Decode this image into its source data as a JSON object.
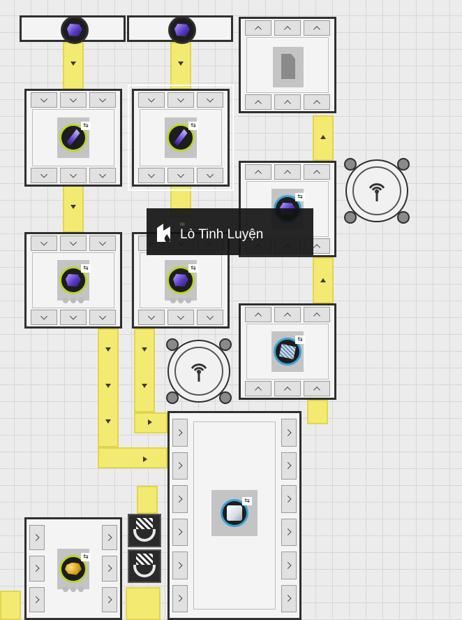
{
  "tooltip": {
    "title": "Lò Tinh Luyện",
    "icon": "furnace-icon"
  },
  "machines": [
    {
      "name": "refinery-top-left",
      "item": "amethyst-crystal-icon"
    },
    {
      "name": "refinery-top-middle",
      "item": "amethyst-crystal-icon"
    },
    {
      "name": "storage-unit",
      "item": "document-icon"
    },
    {
      "name": "refinery-middle-right",
      "item": "mineral-icon"
    },
    {
      "name": "refinery-mid-left",
      "item": "amethyst-ore-icon"
    },
    {
      "name": "refinery-mid-middle",
      "item": "amethyst-ore-icon"
    },
    {
      "name": "refinery-lower-right",
      "item": "mesh-icon"
    },
    {
      "name": "large-furnace",
      "item": "cube-icon"
    },
    {
      "name": "refinery-bottom-left",
      "item": "gold-ore-icon"
    }
  ],
  "colors": {
    "belt": "#f3ea72",
    "frame": "#2f2f2f",
    "item_ring_green": "#b8d62c",
    "item_ring_blue": "#39a2d8"
  }
}
